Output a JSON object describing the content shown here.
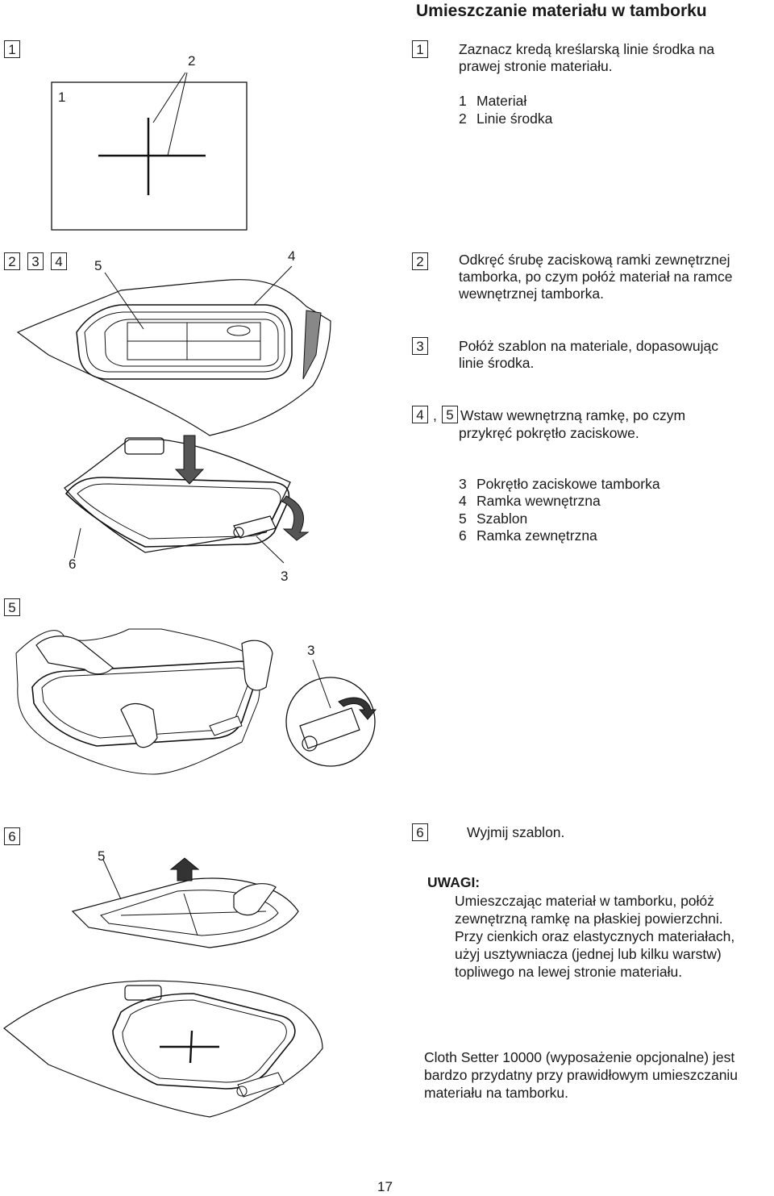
{
  "title": "Umieszczanie materiału w tamborku",
  "fig1": {
    "box": "1",
    "label_material": "1",
    "label_lines": "2"
  },
  "step1": {
    "box": "1",
    "lines": [
      "Zaznacz kredą kreślarską linie środka na",
      "prawej stronie materiału."
    ],
    "legend": [
      {
        "n": "1",
        "text": "Materiał"
      },
      {
        "n": "2",
        "text": "Linie środka"
      }
    ]
  },
  "fig2": {
    "boxes": [
      "2",
      "3",
      "4"
    ],
    "label_template": "5",
    "label_inner": "4",
    "label_outer": "6",
    "label_knob": "3"
  },
  "step2": {
    "box": "2",
    "lines": [
      "Odkręć śrubę zaciskową ramki zewnętrznej",
      "tamborka, po czym połóż materiał na ramce",
      "wewnętrznej tamborka."
    ]
  },
  "step3": {
    "box": "3",
    "lines": [
      "Połóż szablon na materiale, dopasowując",
      "linie środka."
    ]
  },
  "step45": {
    "box_a": "4",
    "sep": ",",
    "box_b": "5",
    "lines": [
      "Wstaw wewnętrzną ramkę, po czym",
      "przykręć pokrętło zaciskowe."
    ],
    "legend": [
      {
        "n": "3",
        "text": "Pokrętło zaciskowe tamborka"
      },
      {
        "n": "4",
        "text": "Ramka wewnętrzna"
      },
      {
        "n": "5",
        "text": "Szablon"
      },
      {
        "n": "6",
        "text": "Ramka zewnętrzna"
      }
    ]
  },
  "fig3": {
    "box": "5",
    "label_knob": "3"
  },
  "fig4": {
    "box": "6",
    "label_template": "5"
  },
  "step6": {
    "box": "6",
    "text": "Wyjmij szablon."
  },
  "notes": {
    "heading": "UWAGI:",
    "lines": [
      "Umieszczając materiał w tamborku, połóż",
      "zewnętrzną ramkę na płaskiej powierzchni.",
      "Przy cienkich oraz elastycznych materiałach,",
      "użyj usztywniacza (jednej lub kilku warstw)",
      "topliwego na lewej stronie materiału."
    ]
  },
  "cloth_setter": {
    "lines": [
      "Cloth Setter 10000 (wyposażenie opcjonalne) jest",
      "bardzo przydatny przy prawidłowym umieszczaniu",
      "materiału na tamborku."
    ]
  },
  "page_number": "17"
}
